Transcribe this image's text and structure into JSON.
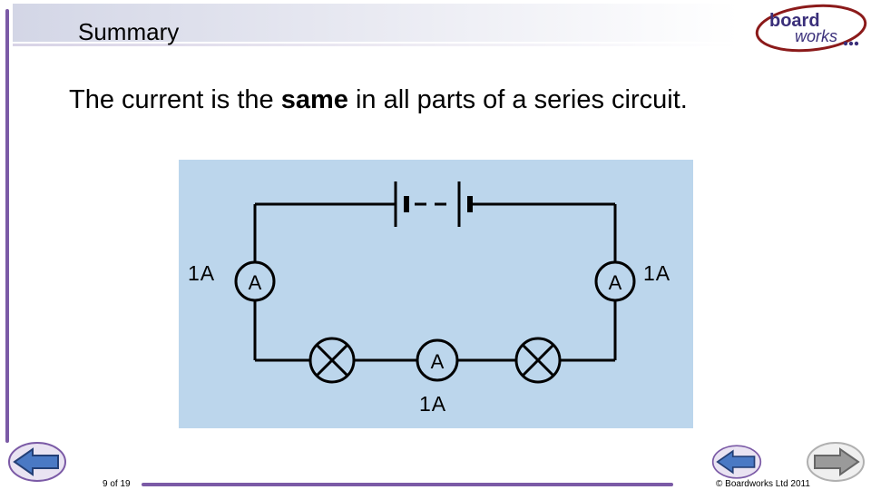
{
  "header": {
    "title": "Summary"
  },
  "logo": {
    "line1": "board",
    "line2": "works"
  },
  "main": {
    "statement_before": "The current is the ",
    "statement_bold": "same",
    "statement_after": " in all parts of a series circuit."
  },
  "circuit": {
    "ammeter_symbol": "A",
    "current_labels": [
      "1A",
      "1A",
      "1A"
    ]
  },
  "footer": {
    "page_indicator": "9 of 19",
    "copyright": "© Boardworks Ltd 2011"
  },
  "colors": {
    "accent": "#7b5aa6",
    "panel": "#bcd6ec",
    "nav_blue": "#4a79c4",
    "nav_grey": "#9a9a9a"
  },
  "icons": {
    "back": "arrow-left-icon",
    "prev": "arrow-left-icon",
    "next": "arrow-right-icon"
  }
}
